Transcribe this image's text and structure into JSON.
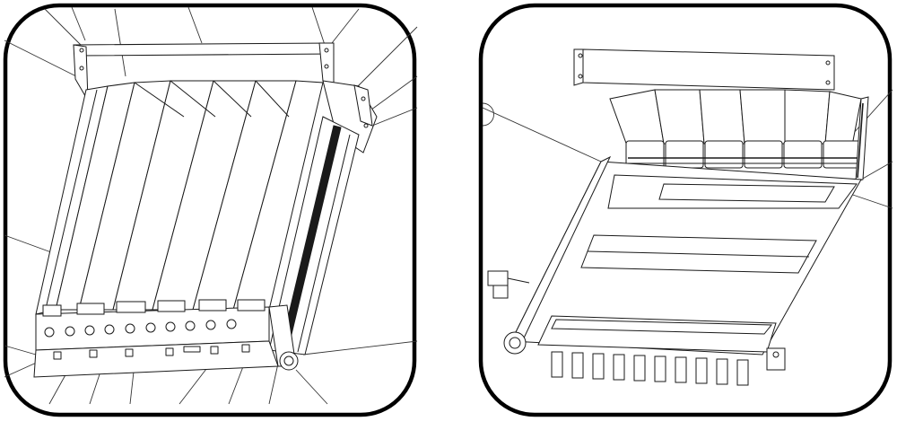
{
  "figure": {
    "panels": [
      {
        "id": "left",
        "view": "isometric-top",
        "slot_count": 6,
        "connector_holes": 10
      },
      {
        "id": "right",
        "view": "isometric-underside",
        "card_count": 6,
        "bottom_tabs": 10
      }
    ],
    "colors": {
      "frame": "#000000",
      "line": "#1a1a1a",
      "background": "#ffffff"
    }
  }
}
